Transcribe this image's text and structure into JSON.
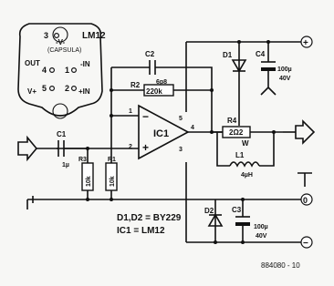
{
  "package": {
    "name": "LM12",
    "pin_v_minus": "3",
    "label_v_minus": "-V-",
    "label_capsula": "(CAPSULA)",
    "label_out": "OUT",
    "pin_out": "4",
    "pin_in_minus": "1",
    "label_in_minus": "-IN",
    "label_v_plus": "V+",
    "pin_v_plus": "5",
    "pin_in_plus": "2",
    "label_in_plus": "+IN"
  },
  "components": {
    "c2_name": "C2",
    "c2_value": "6p8",
    "r2_name": "R2",
    "r2_value": "220k",
    "ic1_name": "IC1",
    "opamp_minus": "−",
    "opamp_plus": "+",
    "pin_1": "1",
    "pin_2": "2",
    "pin_3": "3",
    "pin_4": "4",
    "pin_5": "5",
    "c1_name": "C1",
    "c1_value": "1µ",
    "r3_name": "R3",
    "r3_value": "10k",
    "r1_name": "R1",
    "r1_value": "10k",
    "d1_name": "D1",
    "c4_name": "C4",
    "c4_value": "100µ",
    "c4_voltage": "40V",
    "r4_name": "R4",
    "r4_value": "2Ω2",
    "r4_power": "W",
    "l1_name": "L1",
    "l1_value": "4µH",
    "d2_name": "D2",
    "c3_name": "C3",
    "c3_value": "100µ",
    "c3_voltage": "40V"
  },
  "notes": {
    "diodes": "D1,D2 = BY229",
    "ic": "IC1 = LM12",
    "figure_id": "884080 - 10"
  },
  "terminals": {
    "plus": "+",
    "ground": "0",
    "minus": "−"
  }
}
